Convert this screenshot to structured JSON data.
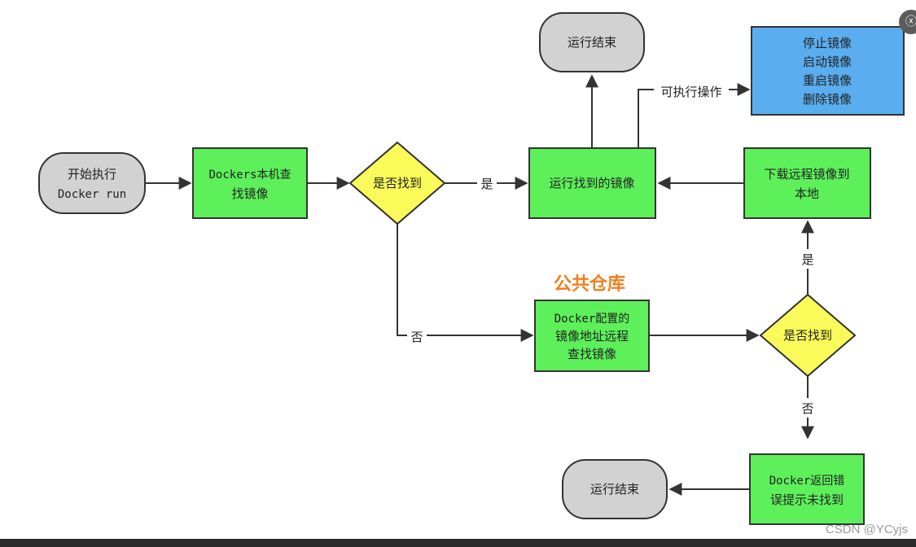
{
  "nodes": {
    "start": [
      "开始执行",
      "Docker run"
    ],
    "local_search": [
      "Dockers本机查",
      "找镜像"
    ],
    "found_decision_1": [
      "是否找到"
    ],
    "run_image": [
      "运行找到的镜像"
    ],
    "end_top": [
      "运行结束"
    ],
    "image_ops": [
      "停止镜像",
      "启动镜像",
      "重启镜像",
      "删除镜像"
    ],
    "download_remote": [
      "下载远程镜像到",
      "本地"
    ],
    "remote_search": [
      "Docker配置的",
      "镜像地址远程",
      "查找镜像"
    ],
    "found_decision_2": [
      "是否找到"
    ],
    "return_error": [
      "Docker返回错",
      "误提示未找到"
    ],
    "end_bottom": [
      "运行结束"
    ]
  },
  "edge_labels": {
    "yes_1": "是",
    "no_1": "否",
    "yes_2": "是",
    "no_2": "否",
    "executable_ops": "可执行操作"
  },
  "annotation": "公共仓库",
  "watermark": "CSDN @YCyjs",
  "corner_button": "ⓧ",
  "colors": {
    "green": "#5df05a",
    "yellow": "#fafa5a",
    "blue": "#5aaef0",
    "gray": "#d2d2d2",
    "orange": "#f07f1e"
  }
}
